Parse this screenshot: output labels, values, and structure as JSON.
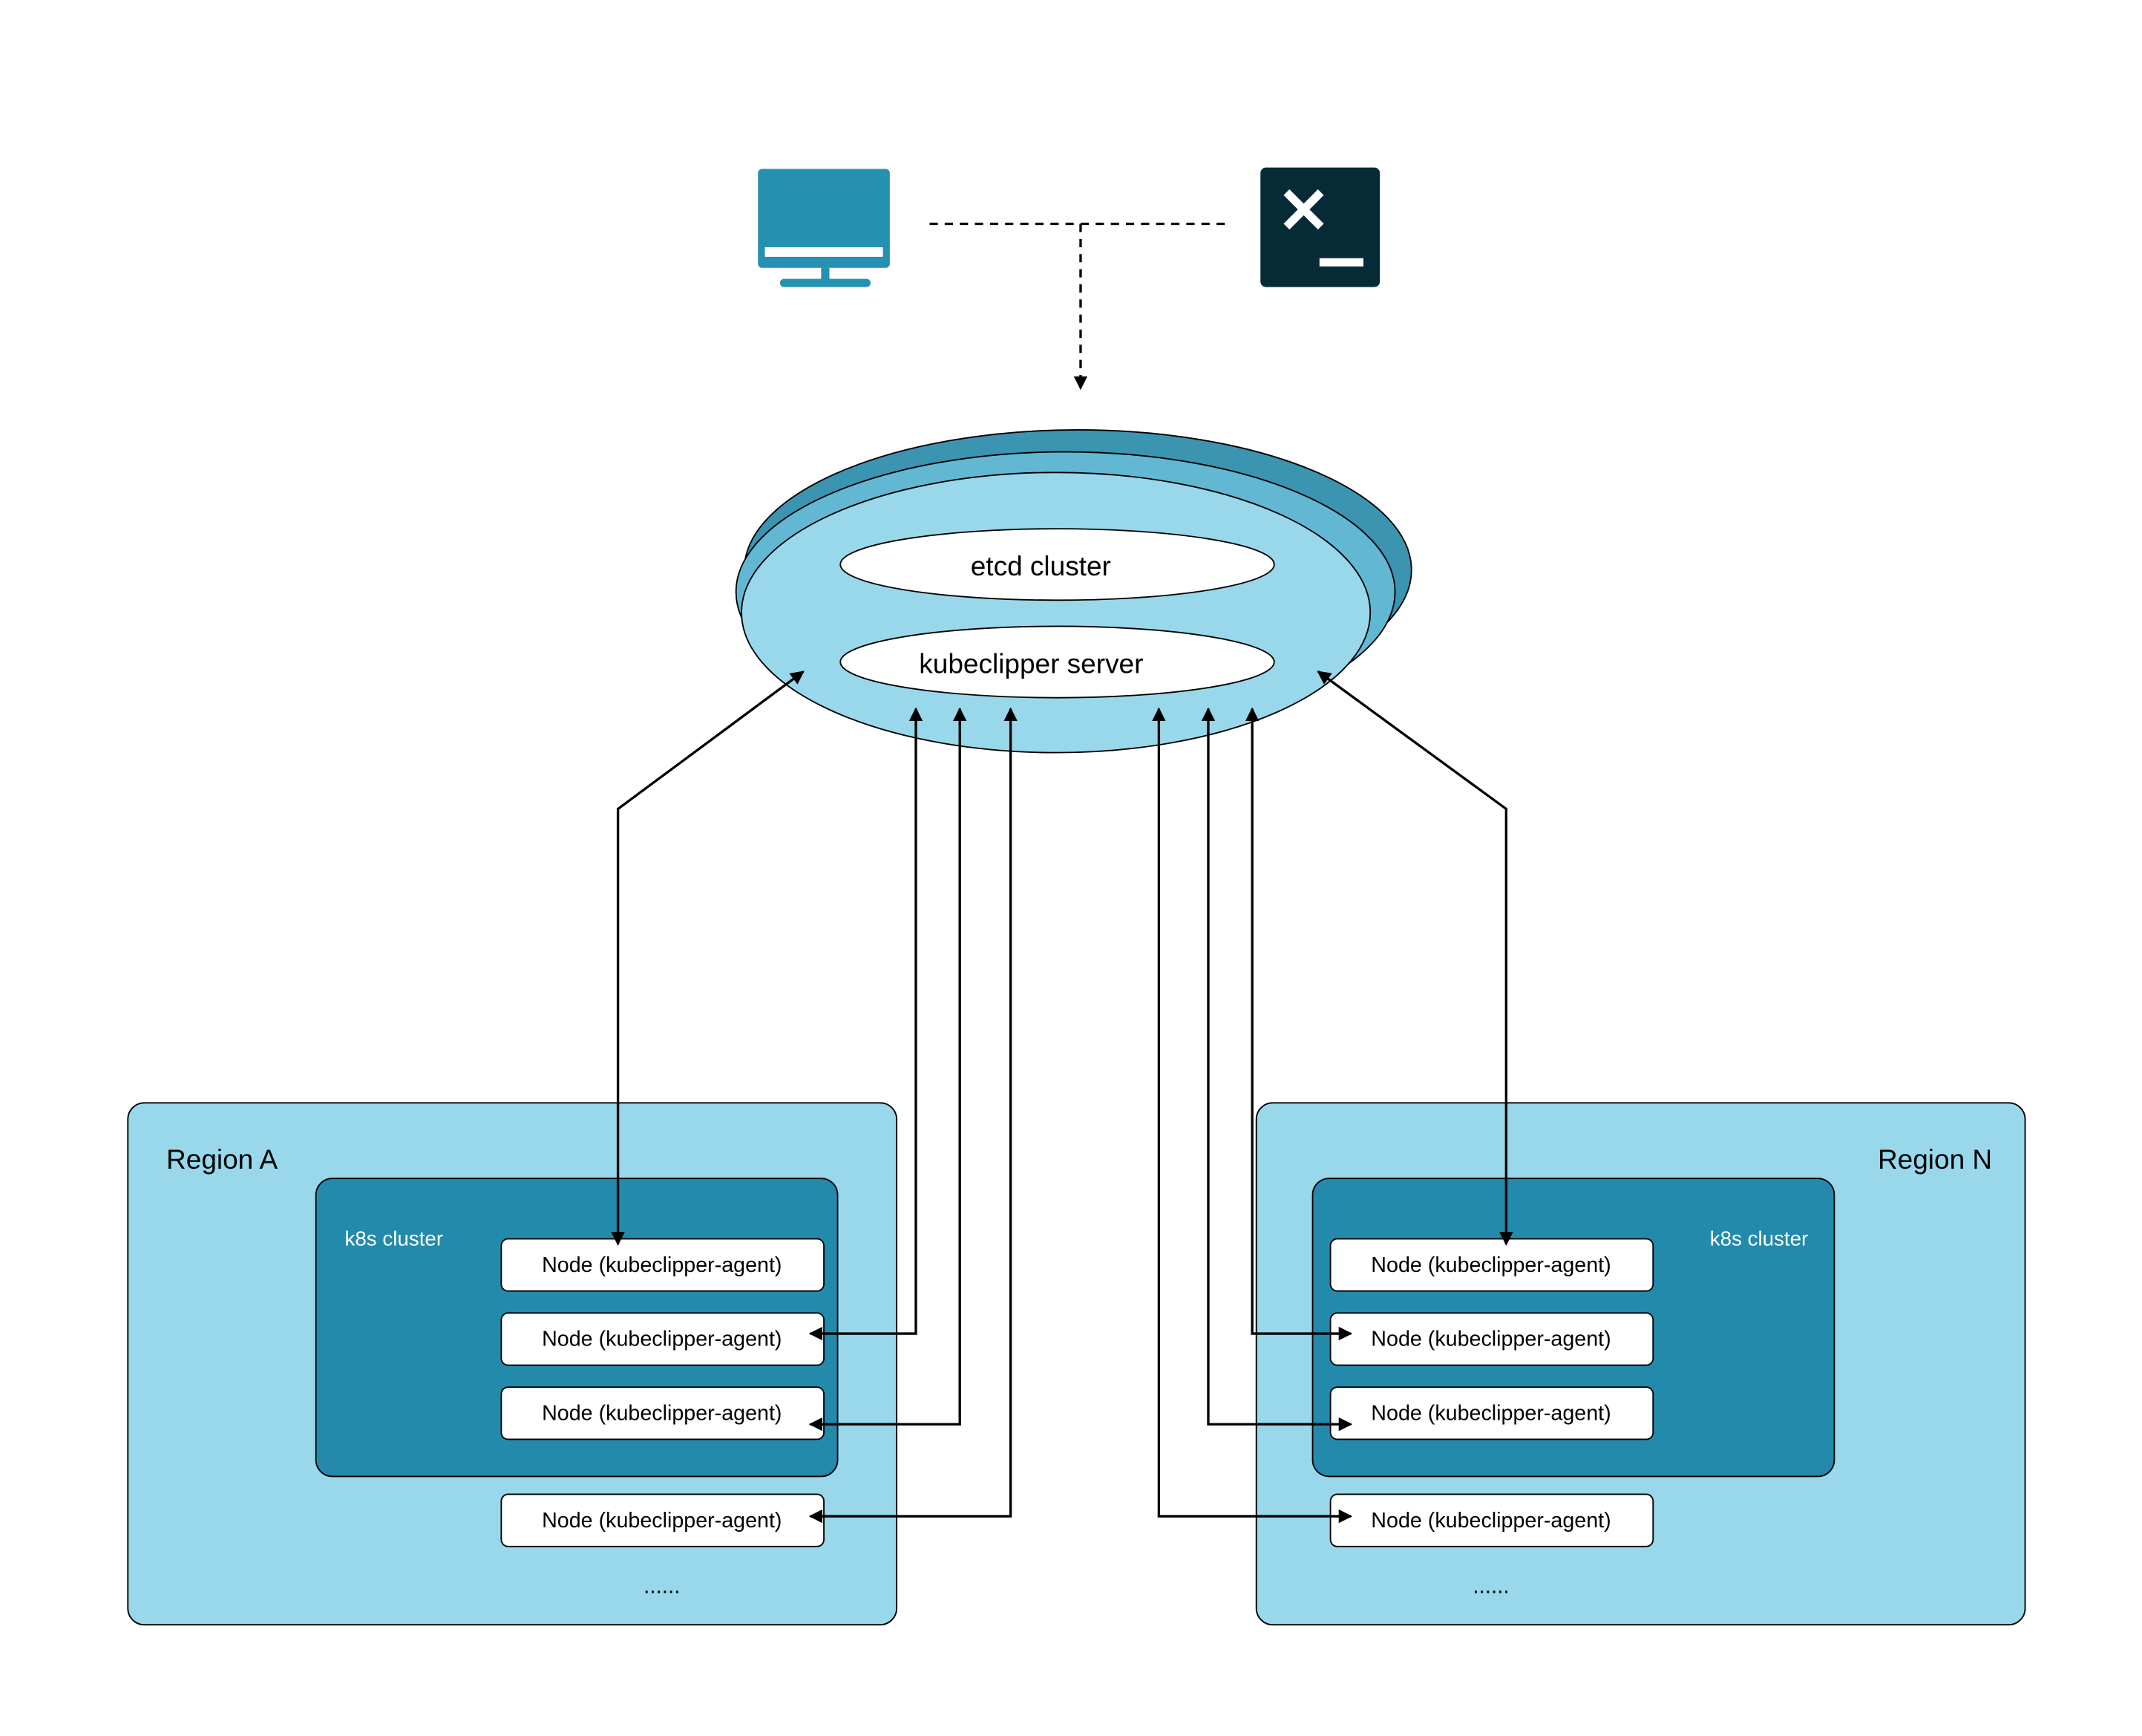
{
  "colors": {
    "region_fill": "#98d8ea",
    "cluster_fill": "#238aab",
    "ring_light": "#98d8ea",
    "ring_mid": "#62b8d3",
    "ring_dark": "#3b94b0",
    "monitor": "#2590b0",
    "terminal": "#072b36",
    "stroke": "#000000"
  },
  "icons": {
    "ui": "monitor-icon",
    "cli": "terminal-icon"
  },
  "server": {
    "etcd_label": "etcd cluster",
    "server_label": "kubeclipper server"
  },
  "regions": [
    {
      "label": "Region A",
      "cluster_label": "k8s cluster",
      "nodes": [
        "Node (kubeclipper-agent)",
        "Node (kubeclipper-agent)",
        "Node (kubeclipper-agent)"
      ],
      "standalone_node": "Node (kubeclipper-agent)",
      "more": "......"
    },
    {
      "label": "Region N",
      "cluster_label": "k8s cluster",
      "nodes": [
        "Node (kubeclipper-agent)",
        "Node (kubeclipper-agent)",
        "Node (kubeclipper-agent)"
      ],
      "standalone_node": "Node (kubeclipper-agent)",
      "more": "......"
    }
  ]
}
